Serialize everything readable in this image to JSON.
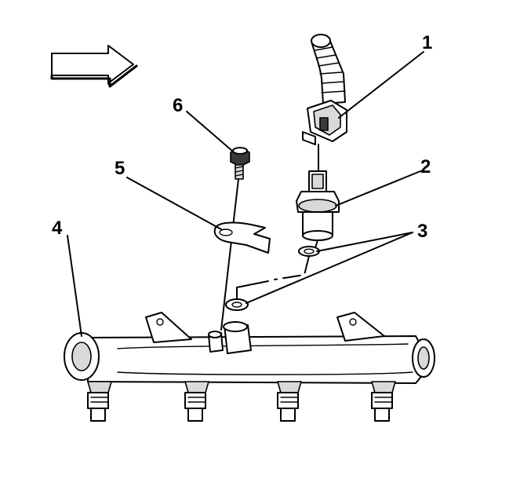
{
  "callouts": [
    {
      "id": "1",
      "label": "1"
    },
    {
      "id": "2",
      "label": "2"
    },
    {
      "id": "3",
      "label": "3"
    },
    {
      "id": "4",
      "label": "4"
    },
    {
      "id": "5",
      "label": "5"
    },
    {
      "id": "6",
      "label": "6"
    }
  ],
  "icons": {
    "direction": "direction-arrow-icon"
  }
}
